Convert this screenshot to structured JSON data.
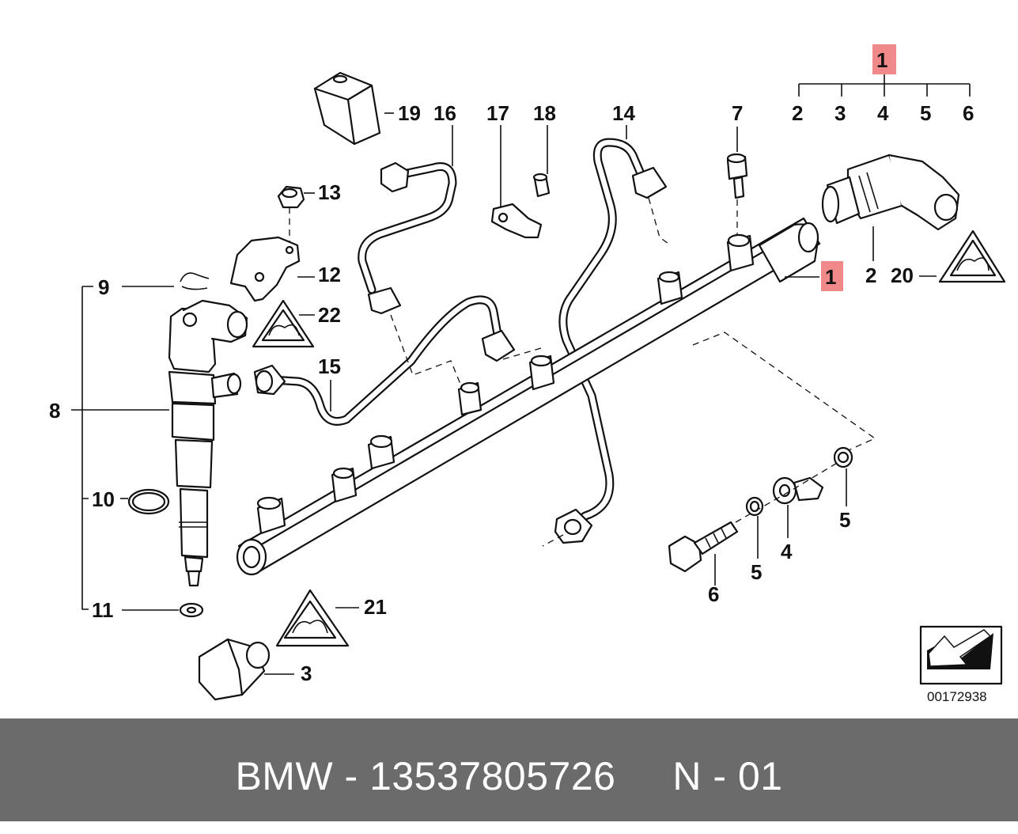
{
  "labels": {
    "l1_top": "1",
    "l2_top": "2",
    "l3_top": "3",
    "l4_top": "4",
    "l5_top": "5",
    "l6_top": "6",
    "l19": "19",
    "l16": "16",
    "l17": "17",
    "l18": "18",
    "l14": "14",
    "l7": "7",
    "l13": "13",
    "l12": "12",
    "l22": "22",
    "l9": "9",
    "l1_rail": "1",
    "l2_right": "2",
    "l20": "20",
    "l15": "15",
    "l8": "8",
    "l10": "10",
    "l11": "11",
    "l21": "21",
    "l3_bottom": "3",
    "l5_mid": "5",
    "l4_mid": "4",
    "l5_low": "5",
    "l6_low": "6"
  },
  "diagram_number": "00172938",
  "footer": {
    "text": "BMW - 13537805726     N - 01"
  },
  "colors": {
    "highlight": "#f08a8a",
    "footer_bg": "#6b6b6b",
    "footer_text": "#ffffff"
  }
}
